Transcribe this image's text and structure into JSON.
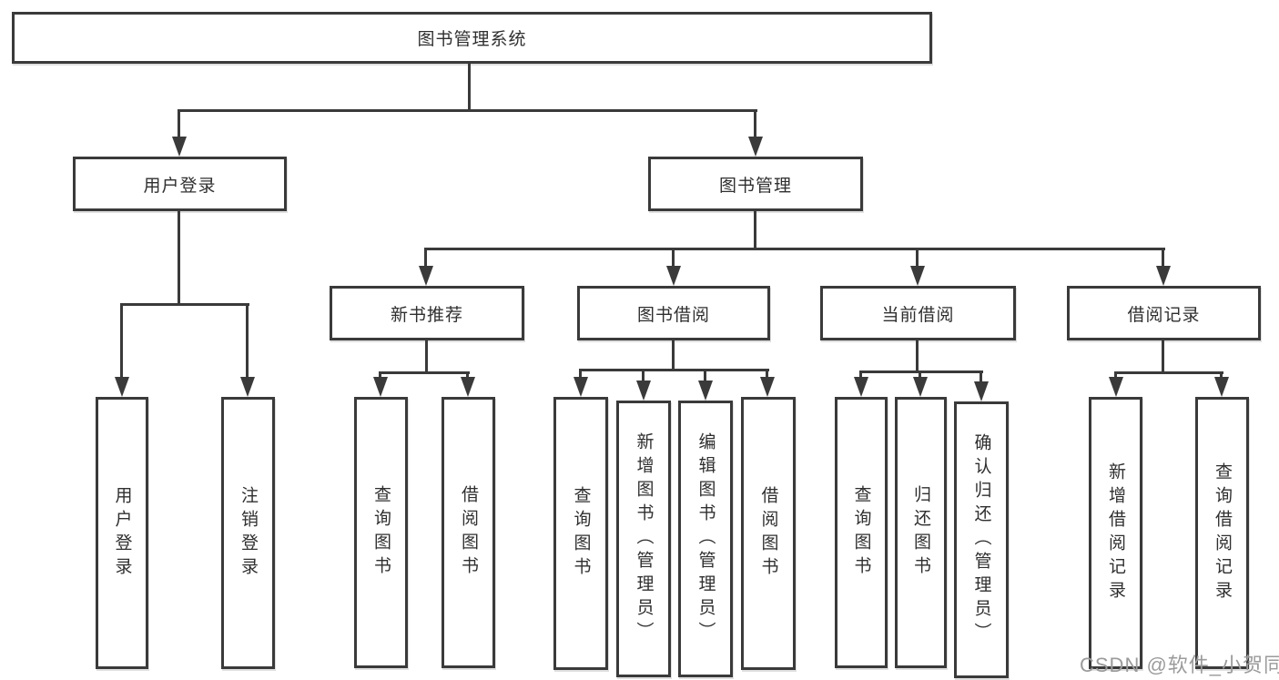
{
  "diagram": {
    "type": "hierarchy-diagram",
    "colors": {
      "line": "#3a3a3a",
      "text": "#2f2f2f",
      "background": "#ffffff",
      "watermark": "#9b9b9b"
    },
    "nodes": {
      "root": {
        "label": "图书管理系统"
      },
      "user_login": {
        "label": "用户登录"
      },
      "book_mgmt": {
        "label": "图书管理"
      },
      "login": {
        "label": "用户登录"
      },
      "logout": {
        "label": "注销登录"
      },
      "new_book_rec": {
        "label": "新书推荐"
      },
      "book_borrow": {
        "label": "图书借阅"
      },
      "current_borrow": {
        "label": "当前借阅"
      },
      "borrow_record": {
        "label": "借阅记录"
      },
      "rec_query_book": {
        "label": "查询图书"
      },
      "rec_borrow_book": {
        "label": "借阅图书"
      },
      "bb_query_book": {
        "label": "查询图书"
      },
      "bb_add_book": {
        "label": "新增图书（管理员）"
      },
      "bb_edit_book": {
        "label": "编辑图书（管理员）"
      },
      "bb_borrow_book": {
        "label": "借阅图书"
      },
      "cb_query_book": {
        "label": "查询图书"
      },
      "cb_return_book": {
        "label": "归还图书"
      },
      "cb_confirm_return": {
        "label": "确认归还（管理员）"
      },
      "br_add_record": {
        "label": "新增借阅记录"
      },
      "br_query_record": {
        "label": "查询借阅记录"
      }
    },
    "watermark": "CSDN @软件_小贺同学"
  }
}
